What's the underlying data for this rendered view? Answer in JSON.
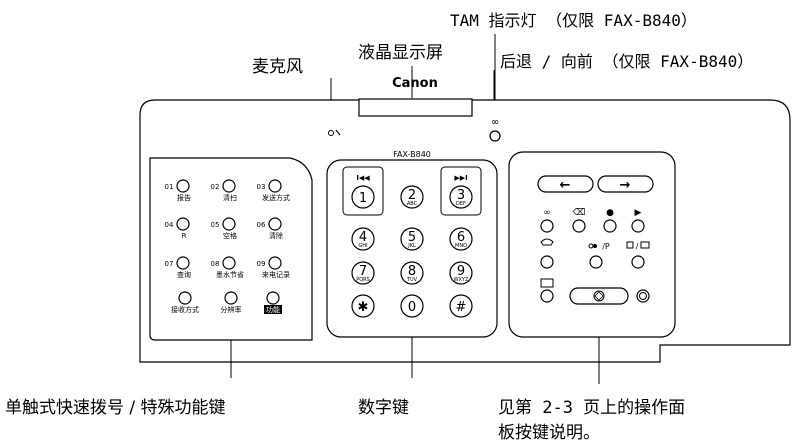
{
  "callouts": {
    "tam_lamp": "TAM 指示灯 （仅限 FAX-B840）",
    "microphone": "麦克风",
    "lcd": "液晶显示屏",
    "back_forward": "后退 / 向前 （仅限 FAX-B840）",
    "one_touch_keys": "单触式快速拨号 / 特殊功能键",
    "numeric_keys": "数字键",
    "see_page_line1": "见第 2-3 页上的操作面",
    "see_page_line2": "板按键说明。"
  },
  "device": {
    "brand": "Canon",
    "model": "FAX-B840"
  },
  "one_touch": [
    {
      "num": "01",
      "label": "报告"
    },
    {
      "num": "02",
      "label": "清扫"
    },
    {
      "num": "03",
      "label": "发送方式"
    },
    {
      "num": "04",
      "label": "R"
    },
    {
      "num": "05",
      "label": "空格"
    },
    {
      "num": "06",
      "label": "清除"
    },
    {
      "num": "07",
      "label": "查询"
    },
    {
      "num": "08",
      "label": "墨水节省"
    },
    {
      "num": "09",
      "label": "来电记录"
    }
  ],
  "function_row": [
    {
      "label": "接收方式"
    },
    {
      "label": "分辨率"
    },
    {
      "label": "功能"
    }
  ],
  "keypad": [
    {
      "main": "1",
      "sub": ""
    },
    {
      "main": "2",
      "sub": "ABC"
    },
    {
      "main": "3",
      "sub": "DEF"
    },
    {
      "main": "4",
      "sub": "GHI"
    },
    {
      "main": "5",
      "sub": "JKL"
    },
    {
      "main": "6",
      "sub": "MNO"
    },
    {
      "main": "7",
      "sub": "PQRS"
    },
    {
      "main": "8",
      "sub": "TUV"
    },
    {
      "main": "9",
      "sub": "WXYZ"
    },
    {
      "main": "✱",
      "sub": ""
    },
    {
      "main": "0",
      "sub": ""
    },
    {
      "main": "#",
      "sub": ""
    }
  ],
  "keypad_icons": {
    "rewind": "I◀◀",
    "forward": "▶▶I"
  },
  "right_panel": {
    "left_arrow": "←",
    "right_arrow": "→",
    "delete_icon": "⌫",
    "record_icon": "●",
    "play_icon": "▶",
    "tam_icon": "∞",
    "redial_p": "/P",
    "coded_book_sep": "/"
  }
}
